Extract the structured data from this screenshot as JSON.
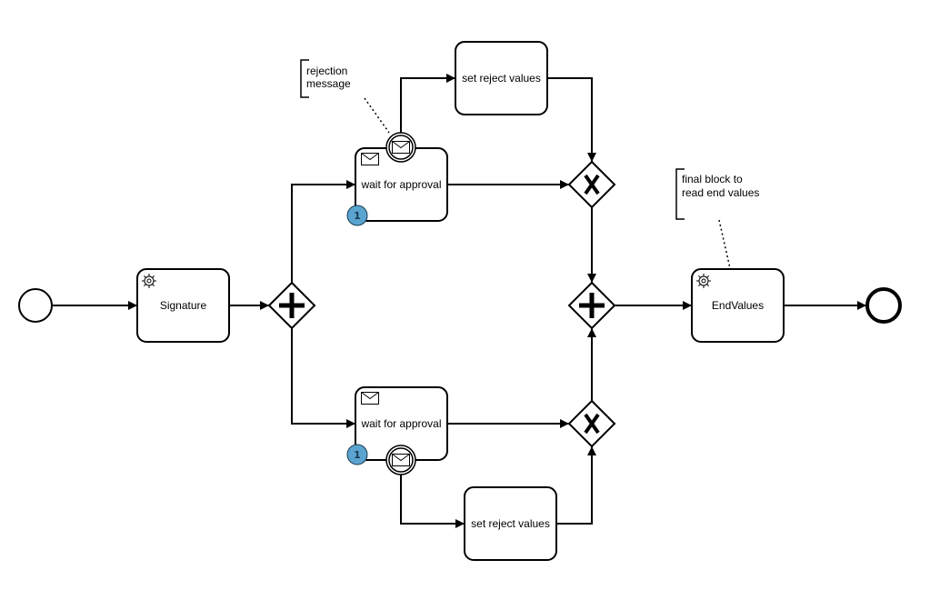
{
  "diagram": {
    "tasks": {
      "signature": "Signature",
      "wait_approval_top": "wait for approval",
      "wait_approval_bottom": "wait for approval",
      "set_reject_top": "set reject values",
      "set_reject_bottom": "set reject values",
      "end_values": "EndValues"
    },
    "annotations": {
      "rejection": [
        "rejection",
        "message"
      ],
      "final_block": [
        "final block to",
        "read end values"
      ]
    },
    "multi_instance_badge": "1",
    "colors": {
      "stroke": "#000000",
      "badge_fill": "#5ba4cf",
      "background": "#ffffff"
    }
  }
}
